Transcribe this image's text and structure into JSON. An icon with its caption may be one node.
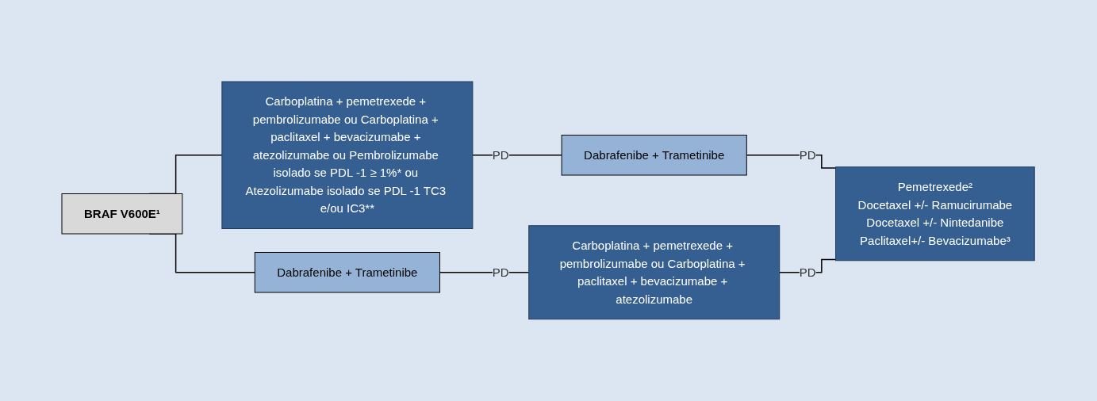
{
  "diagram": {
    "nodes": [
      {
        "text": [
          "BRAF V600E¹"
        ]
      },
      {
        "text": [
          "Carboplatina + pemetrexede + pembrolizumabe ou Carboplatina + paclitaxel + bevacizumabe + atezolizumabe ou Pembrolizumabe isolado se PDL -1 ≥ 1%* ou Atezolizumabe isolado se PDL -1 TC3 e/ou IC3**"
        ]
      },
      {
        "text": [
          "Dabrafenibe + Trametinibe"
        ]
      },
      {
        "text": [
          "Pemetrexede²",
          "Docetaxel +/- Ramucirumabe",
          "Docetaxel +/- Nintedanibe",
          "Paclitaxel+/-  Bevacizumabe³"
        ]
      },
      {
        "text": [
          "Dabrafenibe + Trametinibe"
        ]
      },
      {
        "text": [
          "Carboplatina + pemetrexede + pembrolizumabe ou Carboplatina + paclitaxel + bevacizumabe + atezolizumabe"
        ]
      }
    ],
    "edges": [
      {
        "from": 0,
        "to": 1,
        "arrow": "none"
      },
      {
        "from": 0,
        "to": 4,
        "arrow": "none"
      },
      {
        "from": 1,
        "to": 2,
        "label": "PD",
        "arrow": "none"
      },
      {
        "from": 2,
        "to": 3,
        "label": "PD",
        "arrow": "none"
      },
      {
        "from": 4,
        "to": 5,
        "label": "PD",
        "arrow": "none"
      },
      {
        "from": 5,
        "to": 3,
        "label": "PD",
        "arrow": "none"
      }
    ]
  }
}
